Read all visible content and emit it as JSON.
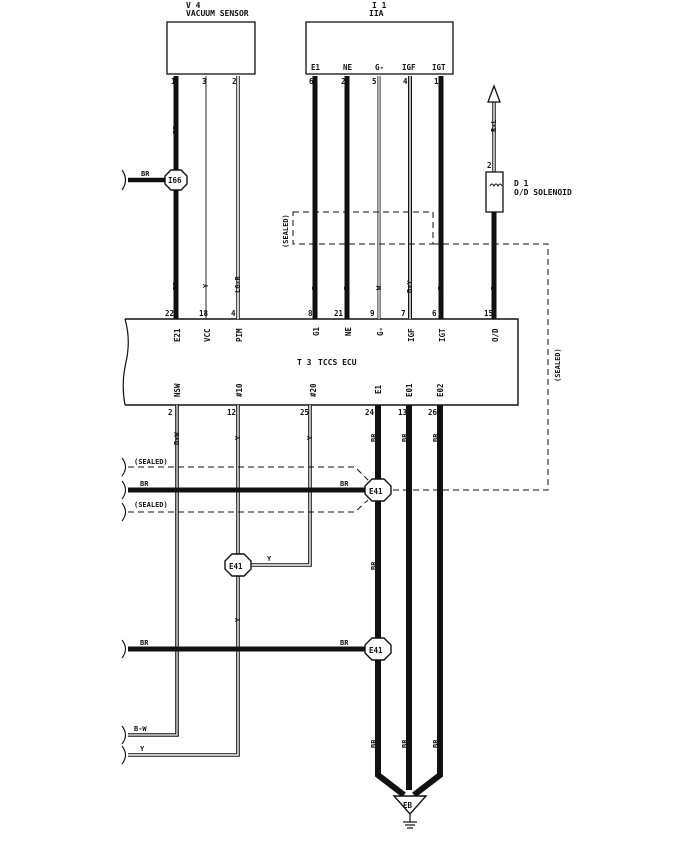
{
  "components": {
    "vacuum_sensor": {
      "code": "V 4",
      "name": "VACUUM SENSOR"
    },
    "iia": {
      "code": "I 1",
      "name": "IIA"
    },
    "od_solenoid": {
      "code": "D 1",
      "name": "O/D SOLENOID"
    },
    "ecu": {
      "code": "T 3",
      "name": "TCCS ECU"
    }
  },
  "vacuum_pins": [
    "1",
    "3",
    "2"
  ],
  "iia_terminals": [
    "E1",
    "NE",
    "G-",
    "IGF",
    "IGT"
  ],
  "iia_pins": [
    "6",
    "2",
    "5",
    "4",
    "1"
  ],
  "ecu_top_pins": [
    "22",
    "18",
    "4",
    "8",
    "21",
    "9",
    "7",
    "6",
    "15"
  ],
  "ecu_top_terminals": [
    "E21",
    "VCC",
    "PIM",
    "G1",
    "NE",
    "G-",
    "IGF",
    "IGT",
    "O/D"
  ],
  "ecu_bottom_terminals": [
    "NSW",
    "#10",
    "#20",
    "E1",
    "E01",
    "E02"
  ],
  "ecu_bottom_pins": [
    "2",
    "12",
    "25",
    "24",
    "13",
    "26"
  ],
  "wire_colors": {
    "br": "BR",
    "y": "Y",
    "lgr": "LG-R",
    "b": "B",
    "w": "W",
    "by": "B-Y",
    "r": "R",
    "rl": "R-L",
    "bw": "B-W"
  },
  "sealed": "(SEALED)",
  "splices": {
    "i66": "I66",
    "e41": "E41",
    "eb": "EB"
  },
  "solenoid_pin": "2"
}
